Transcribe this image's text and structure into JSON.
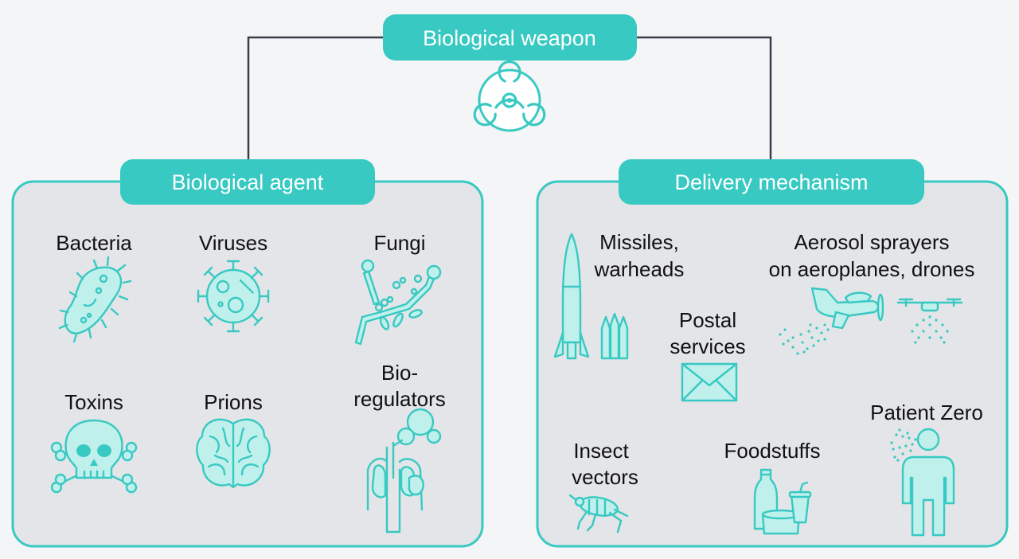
{
  "title": "Biological weapon",
  "agent": {
    "header": "Biological agent",
    "items": [
      {
        "label": "Bacteria",
        "icon": "bacteria-icon"
      },
      {
        "label": "Viruses",
        "icon": "virus-icon"
      },
      {
        "label": "Fungi",
        "icon": "fungi-icon"
      },
      {
        "label": "Toxins",
        "icon": "skull-crossbones-icon"
      },
      {
        "label": "Prions",
        "icon": "brain-icon"
      },
      {
        "label_line1": "Bio-",
        "label_line2": "regulators",
        "icon": "human-organs-icon"
      }
    ]
  },
  "delivery": {
    "header": "Delivery mechanism",
    "items": [
      {
        "label_line1": "Missiles,",
        "label_line2": "warheads",
        "icon": "missile-icon"
      },
      {
        "label_line1": "Aerosol sprayers",
        "label_line2": "on aeroplanes, drones",
        "icon": "sprayer-plane-drone-icon"
      },
      {
        "label_line1": "Postal",
        "label_line2": "services",
        "icon": "envelope-icon"
      },
      {
        "label_line1": "Insect",
        "label_line2": "vectors",
        "icon": "flea-icon"
      },
      {
        "label": "Foodstuffs",
        "icon": "food-containers-icon"
      },
      {
        "label": "Patient Zero",
        "icon": "sneezing-person-icon"
      }
    ]
  },
  "colors": {
    "accent": "#38c9c2",
    "panel": "#e3e5e8",
    "connector": "#3a3d4a",
    "background": "#f4f5f7"
  }
}
